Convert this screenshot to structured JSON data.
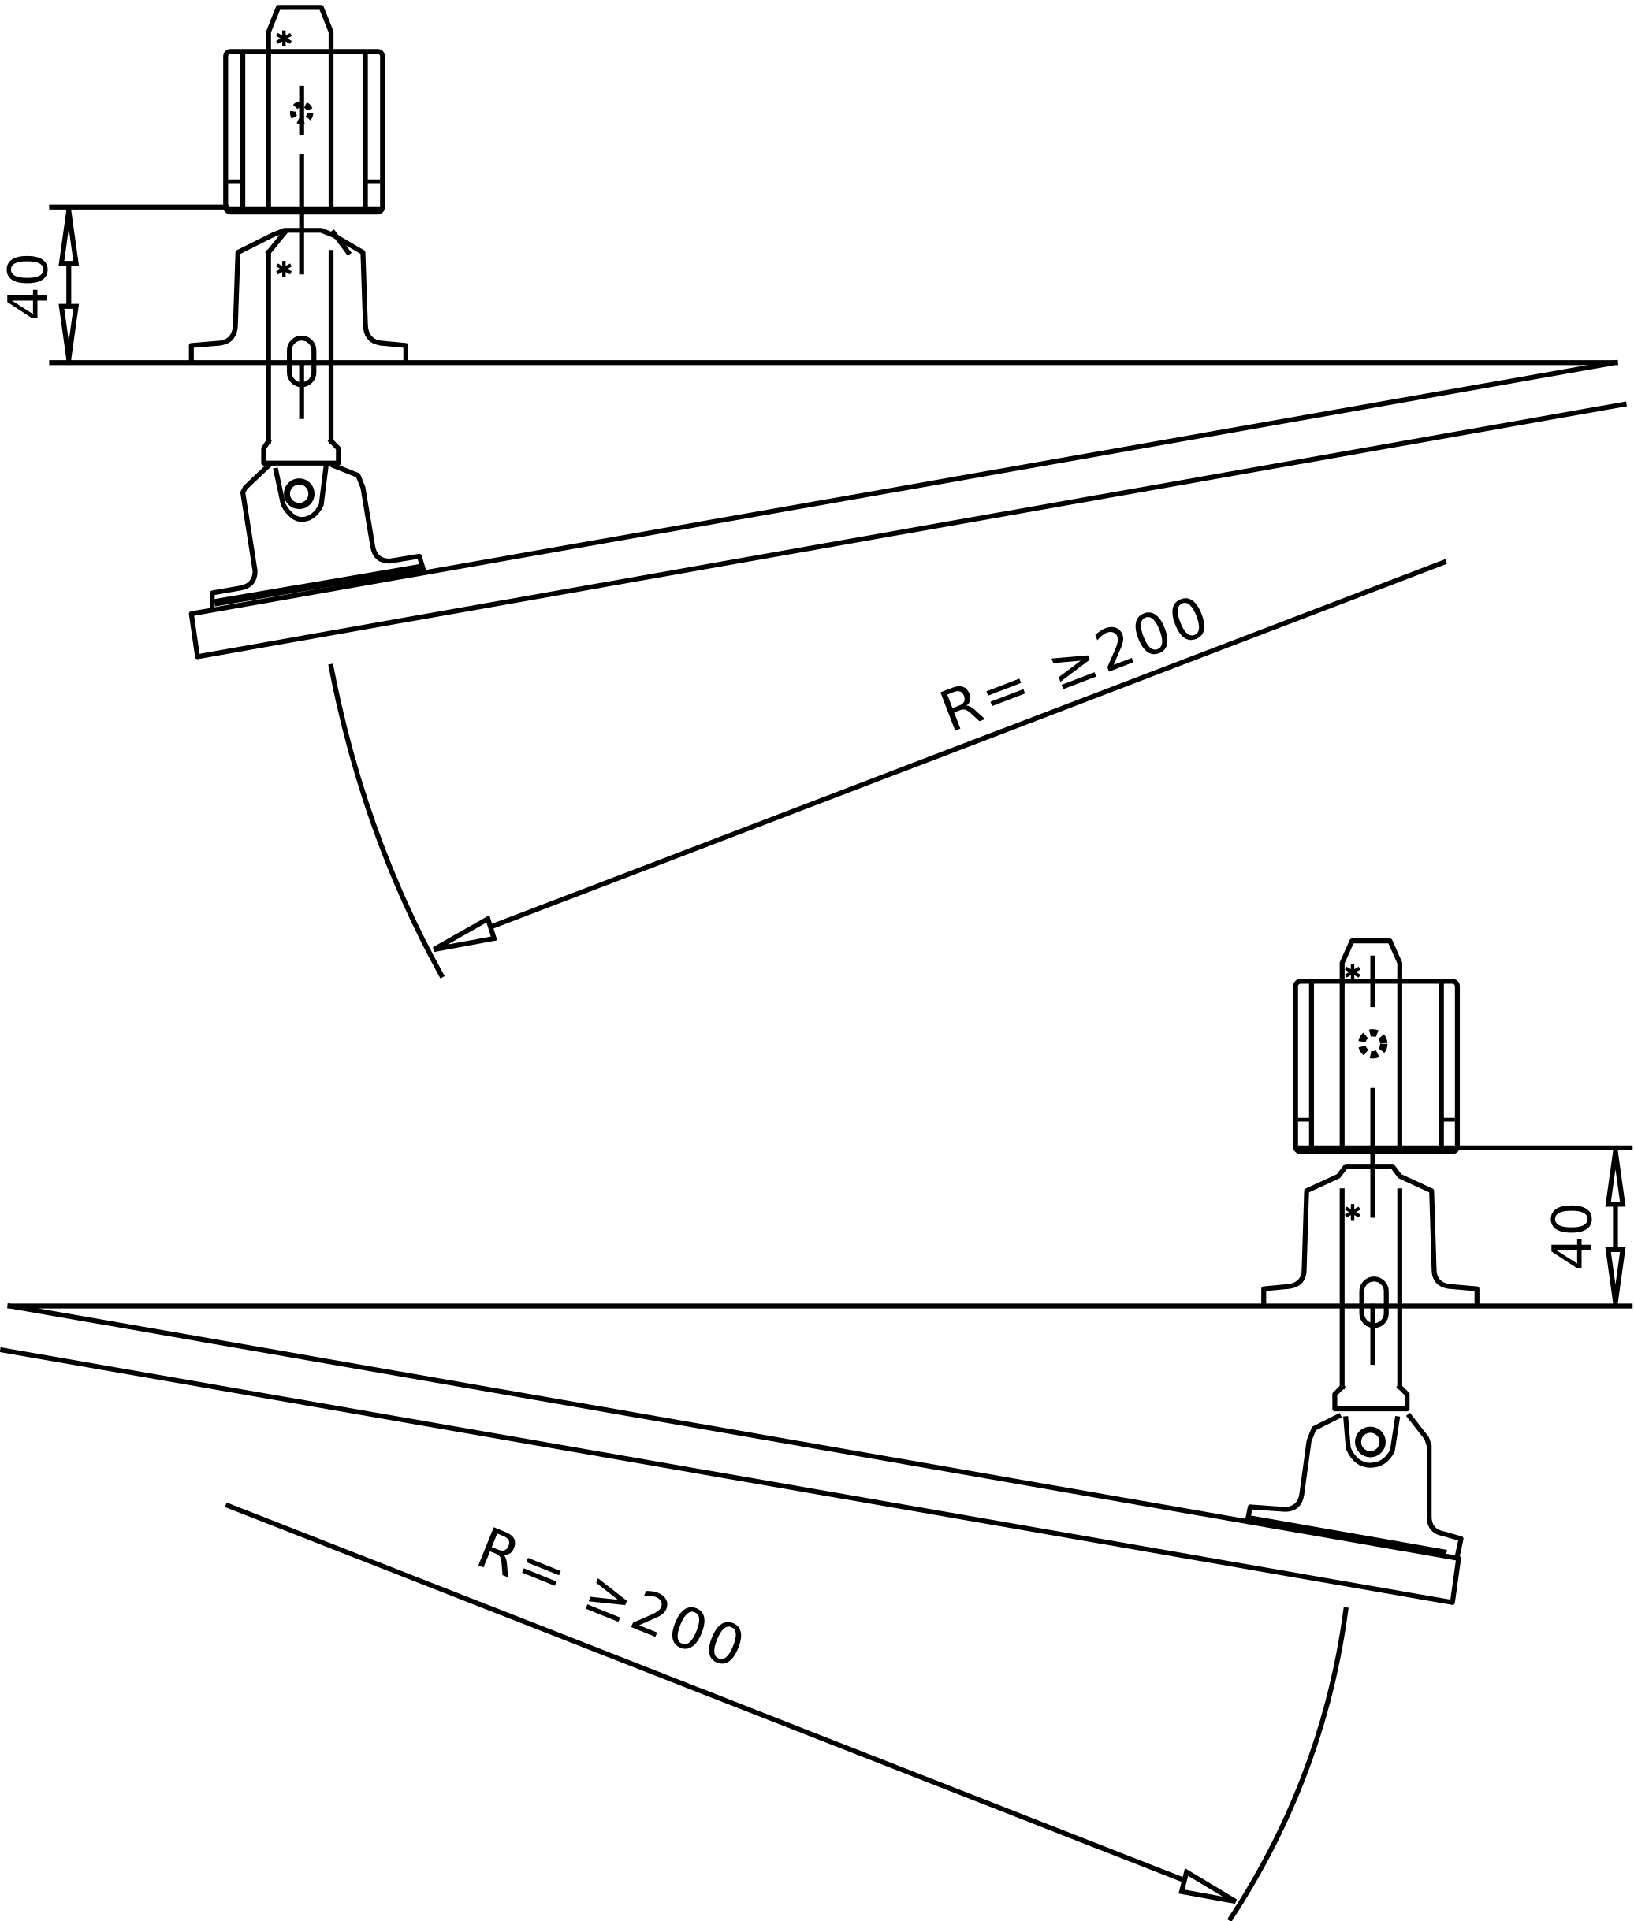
{
  "drawing": {
    "title": "Minimum bending radius of trolley track with hanger clamps",
    "colors": {
      "line": "#000000",
      "background": "#ffffff"
    },
    "top_view": {
      "clearance_dimension": "40",
      "radius_label": "R=  ≥200",
      "orientation": "track bends downward to the left"
    },
    "bottom_view": {
      "clearance_dimension": "40",
      "radius_label": "R= ≥200",
      "orientation": "track bends downward to the right"
    }
  }
}
